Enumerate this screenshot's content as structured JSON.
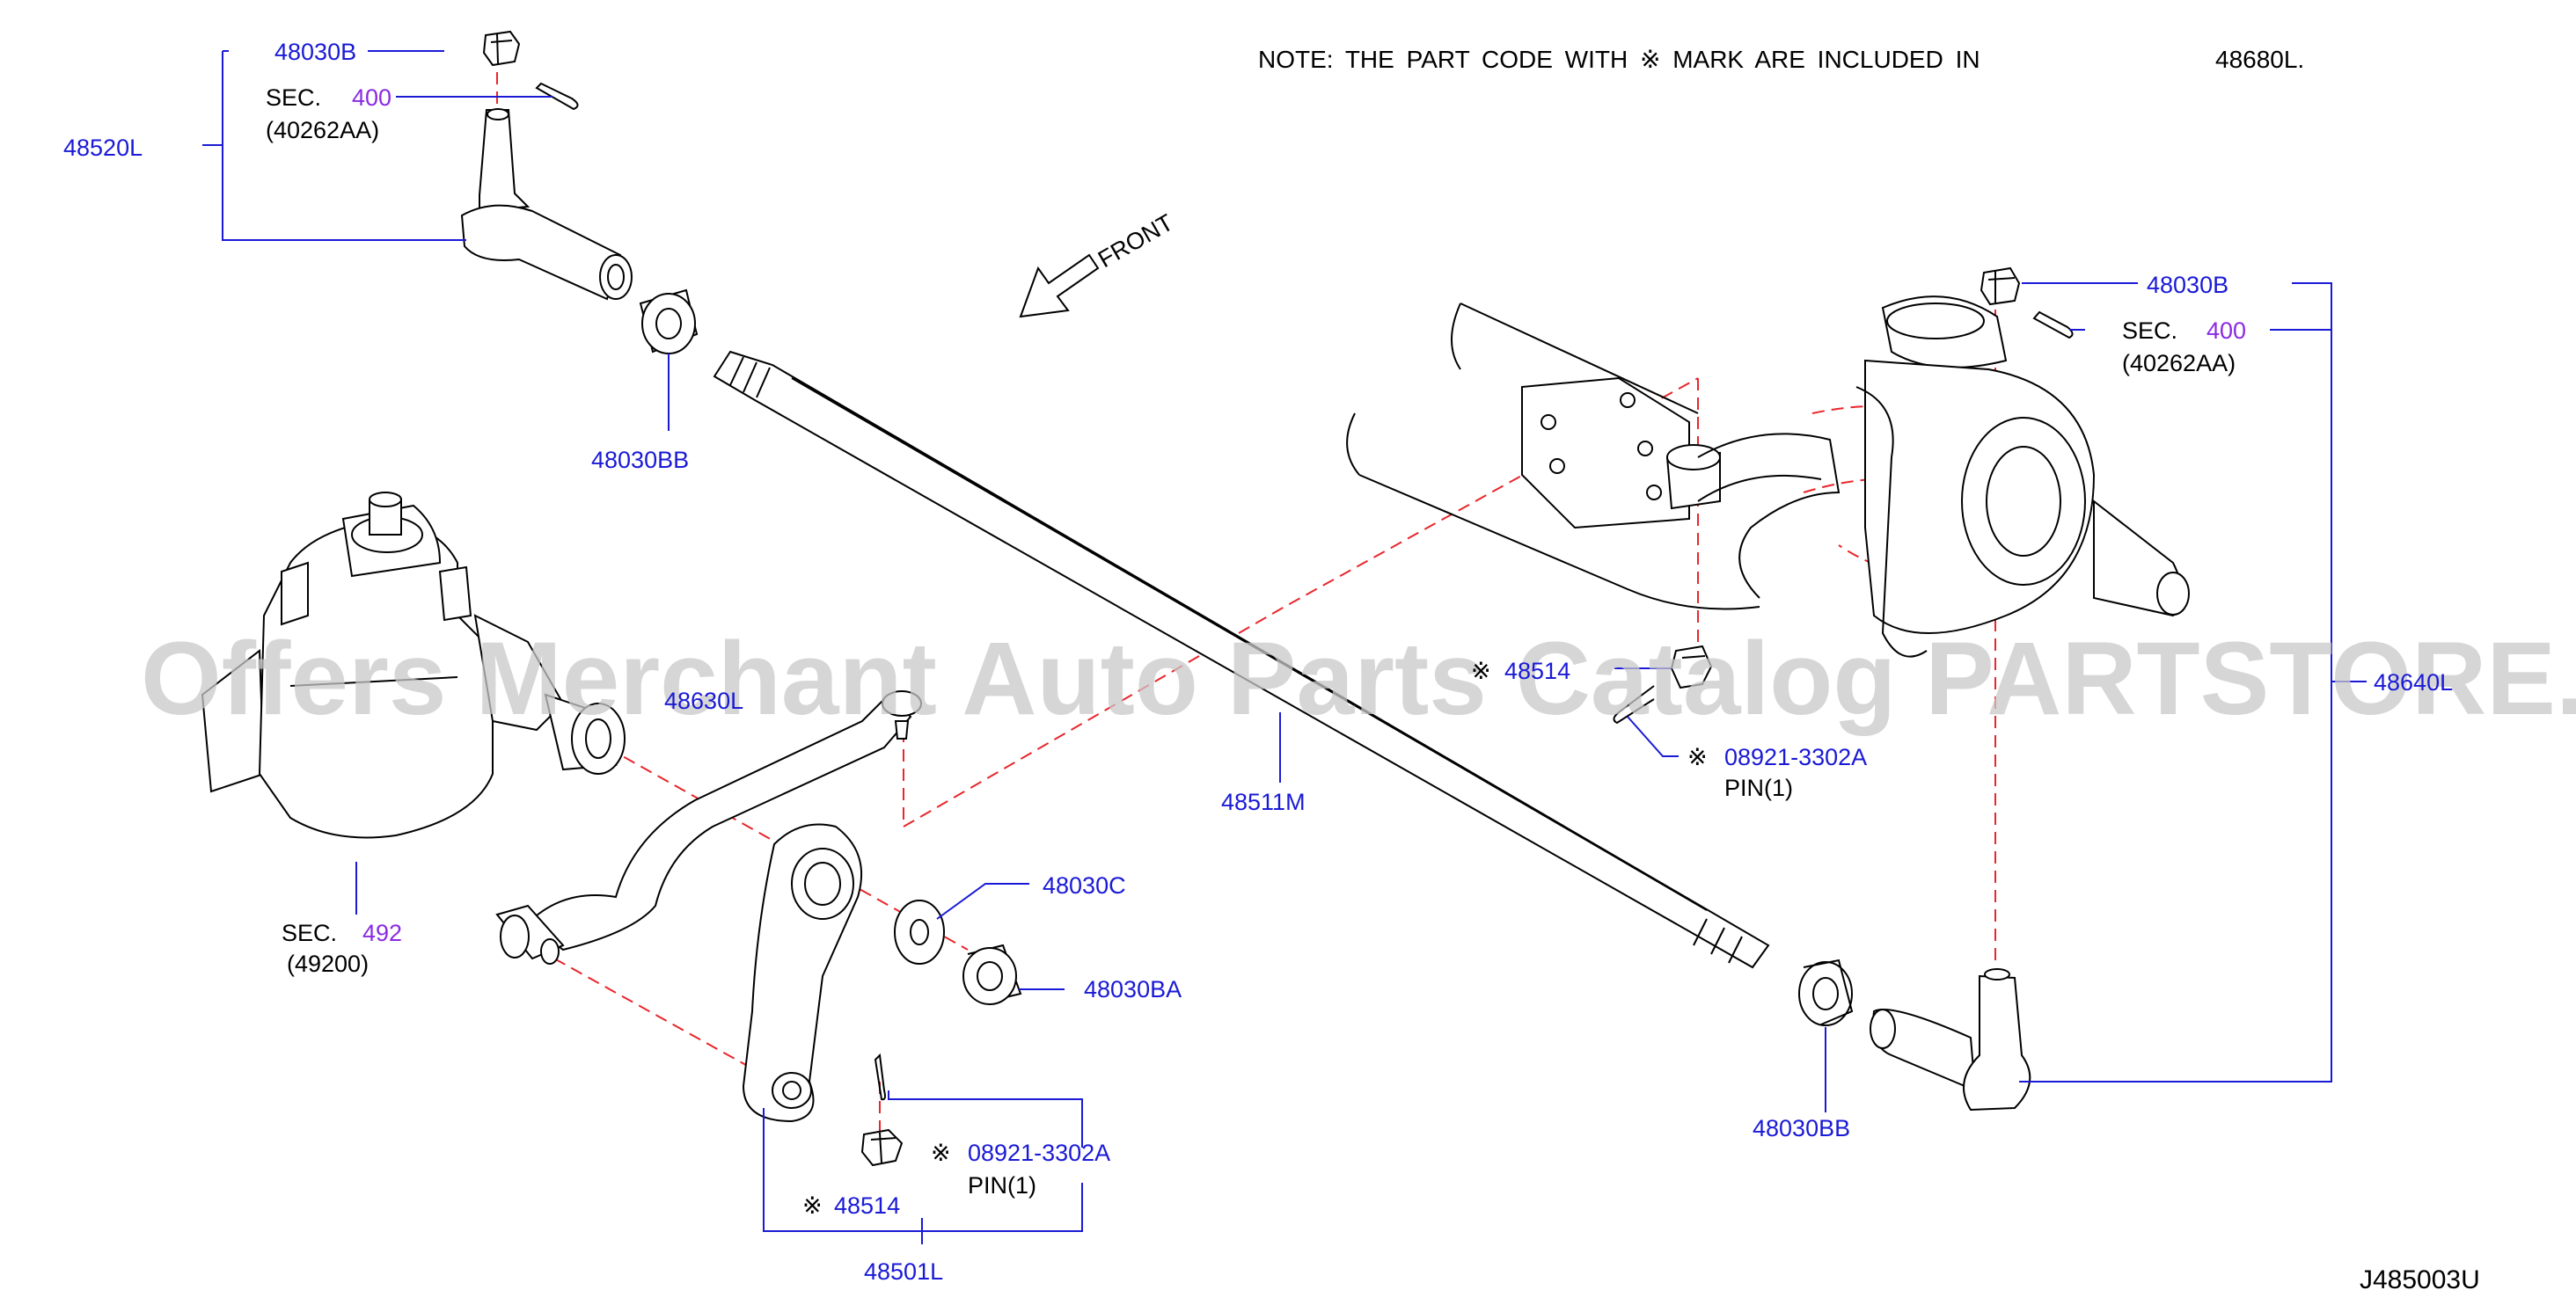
{
  "note": {
    "text": "NOTE:  THE  PART  CODE  WITH  ※ MARK  ARE  INCLUDED  IN",
    "part": "48680L."
  },
  "diagram_code": "J485003U",
  "watermark": "Offers Merchant Auto Parts Catalog PARTSTORE.SA",
  "front_label": "FRONT",
  "mark_symbol": "※",
  "labels": {
    "nut_top_left": "48030B",
    "sec_top_left": "SEC.",
    "sec_top_left_num": "400",
    "sec_top_left_sub": "(40262AA)",
    "tie_rod_end_left": "48520L",
    "bushing_left": "48030BB",
    "sec_gear": "SEC.",
    "sec_gear_num": "492",
    "sec_gear_sub": "(49200)",
    "drag_link_partial": "48630L",
    "tie_rod": "48511M",
    "washer": "48030C",
    "bushing_idler": "48030BA",
    "pin_bottom_code": "08921-3302A",
    "pin_bottom_desc": "PIN(1)",
    "nut_bottom": "48514",
    "idler_arm": "48501L",
    "bushing_right": "48030BB",
    "nut_top_right": "48030B",
    "sec_top_right": "SEC.",
    "sec_top_right_num": "400",
    "sec_top_right_sub": "(40262AA)",
    "nut_mid_partial": "48514",
    "pin_mid_code": "08921-3302A",
    "pin_mid_desc": "PIN(1)",
    "tie_rod_end_right_partial": "48640L"
  }
}
